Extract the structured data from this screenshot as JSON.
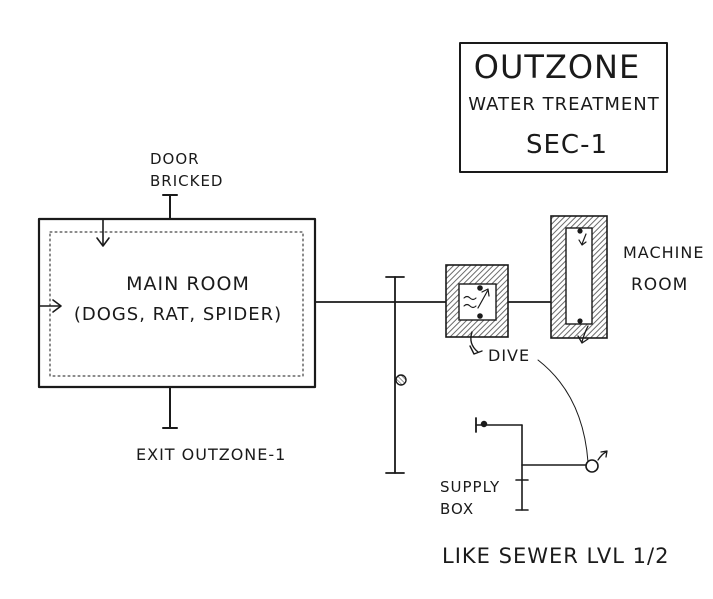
{
  "title_box": {
    "title": "OUTZONE",
    "subtitle": "WATER TREATMENT",
    "section": "SEC-1"
  },
  "labels": {
    "door_line1": "DOOR",
    "door_line2": "BRICKED",
    "main_room_line1": "MAIN ROOM",
    "main_room_line2": "(DOGS, RAT, SPIDER)",
    "exit": "EXIT OUTZONE-1",
    "machine_line1": "MACHINE",
    "machine_line2": "ROOM",
    "dive": "DIVE",
    "supply_line1": "SUPPLY",
    "supply_line2": "BOX",
    "footer": "LIKE SEWER LVL 1/2"
  },
  "colors": {
    "ink": "#1a1a1a",
    "hatch": "#6b6b6b",
    "paper": "#ffffff"
  }
}
